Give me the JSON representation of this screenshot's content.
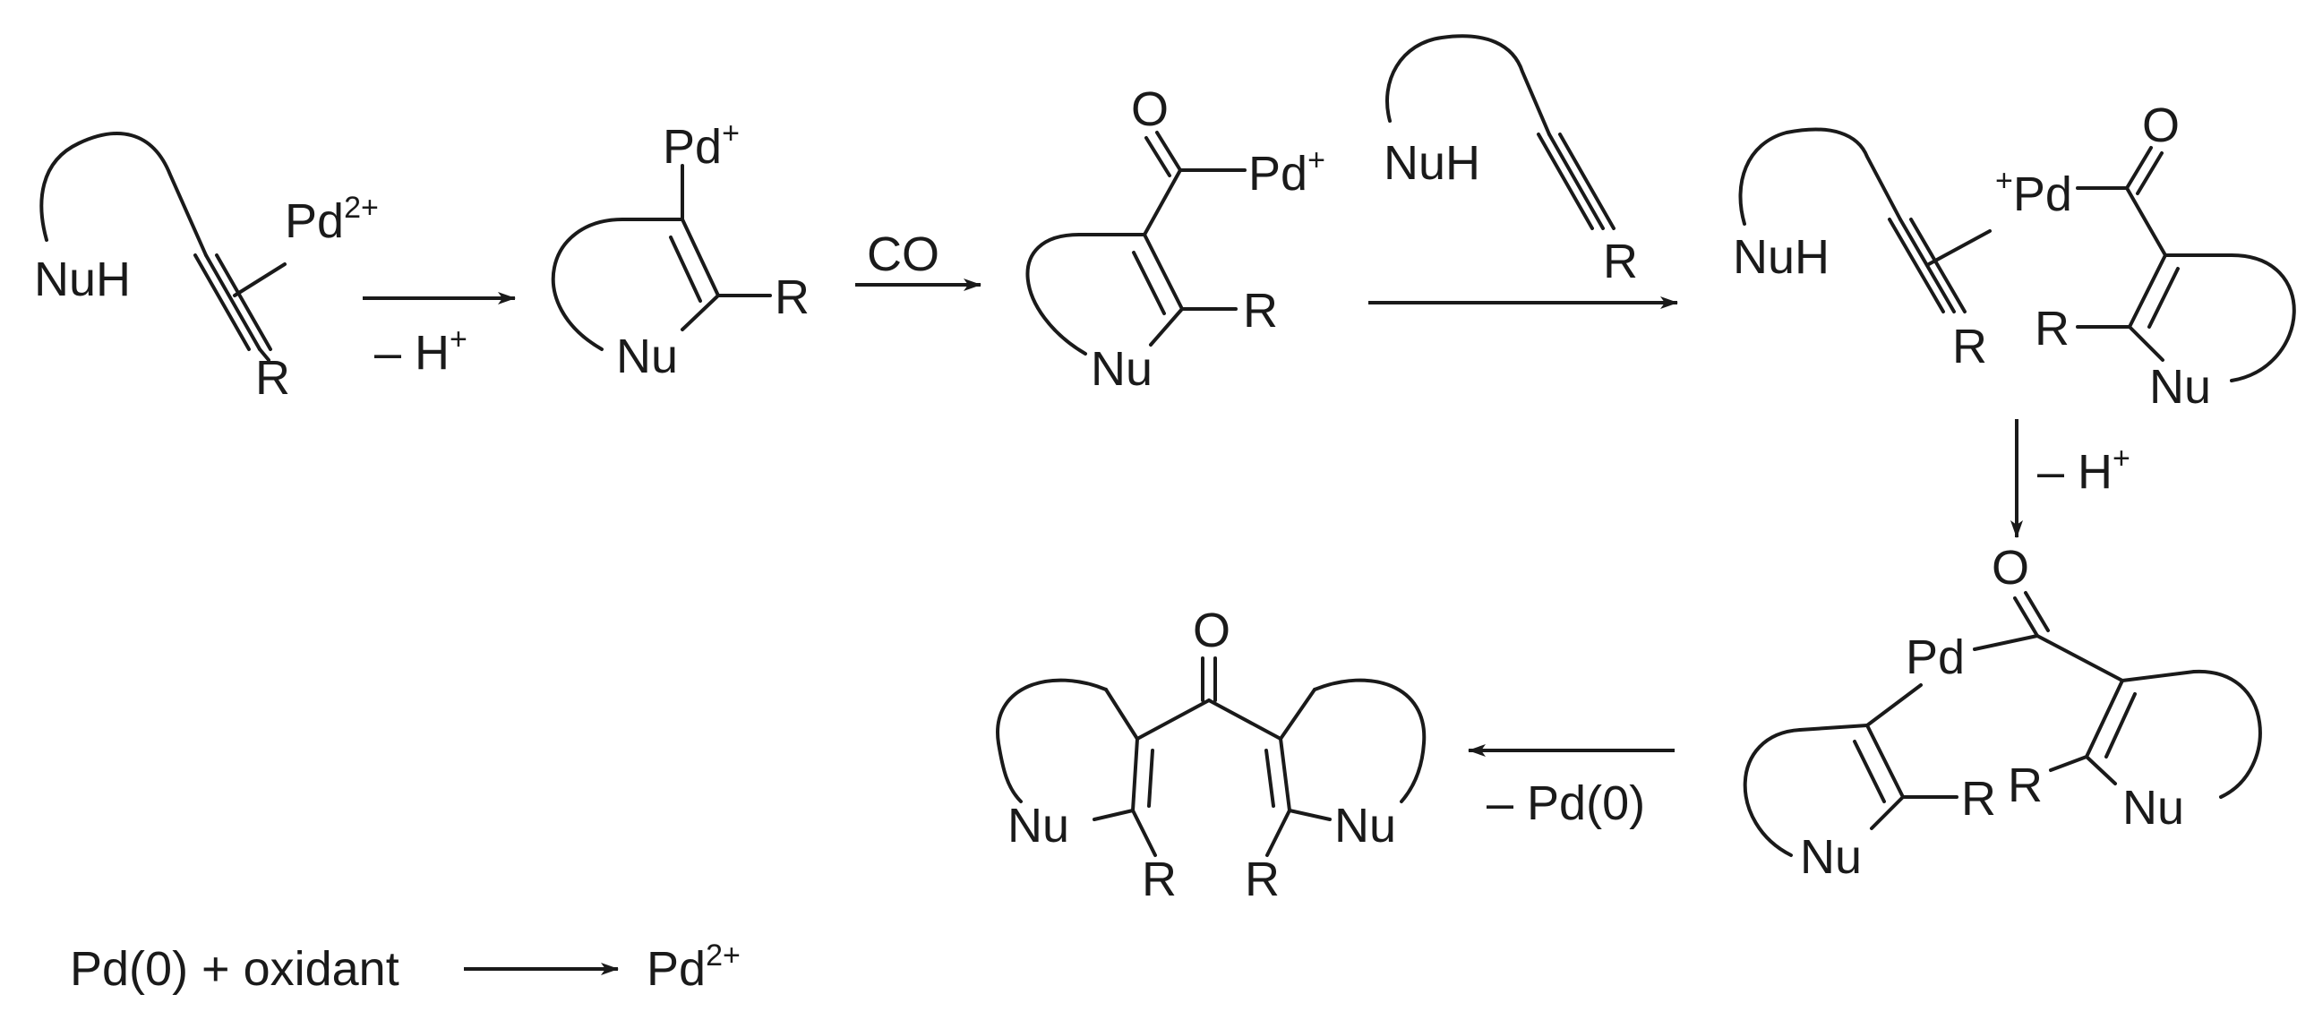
{
  "atoms": {
    "nuh": "NuH",
    "nu": "Nu",
    "r": "R",
    "pd": "Pd",
    "o": "O",
    "charge_2plus": "2+",
    "charge_plus": "+"
  },
  "arrows": {
    "step1_below": "– H",
    "step1_below_sup": "+",
    "step2_above": "CO",
    "step4_side": "– H",
    "step4_side_sup": "+",
    "step5_below": "– Pd(0)"
  },
  "regeneration": {
    "left": "Pd(0) + oxidant",
    "right": "Pd",
    "right_sup": "2+"
  }
}
